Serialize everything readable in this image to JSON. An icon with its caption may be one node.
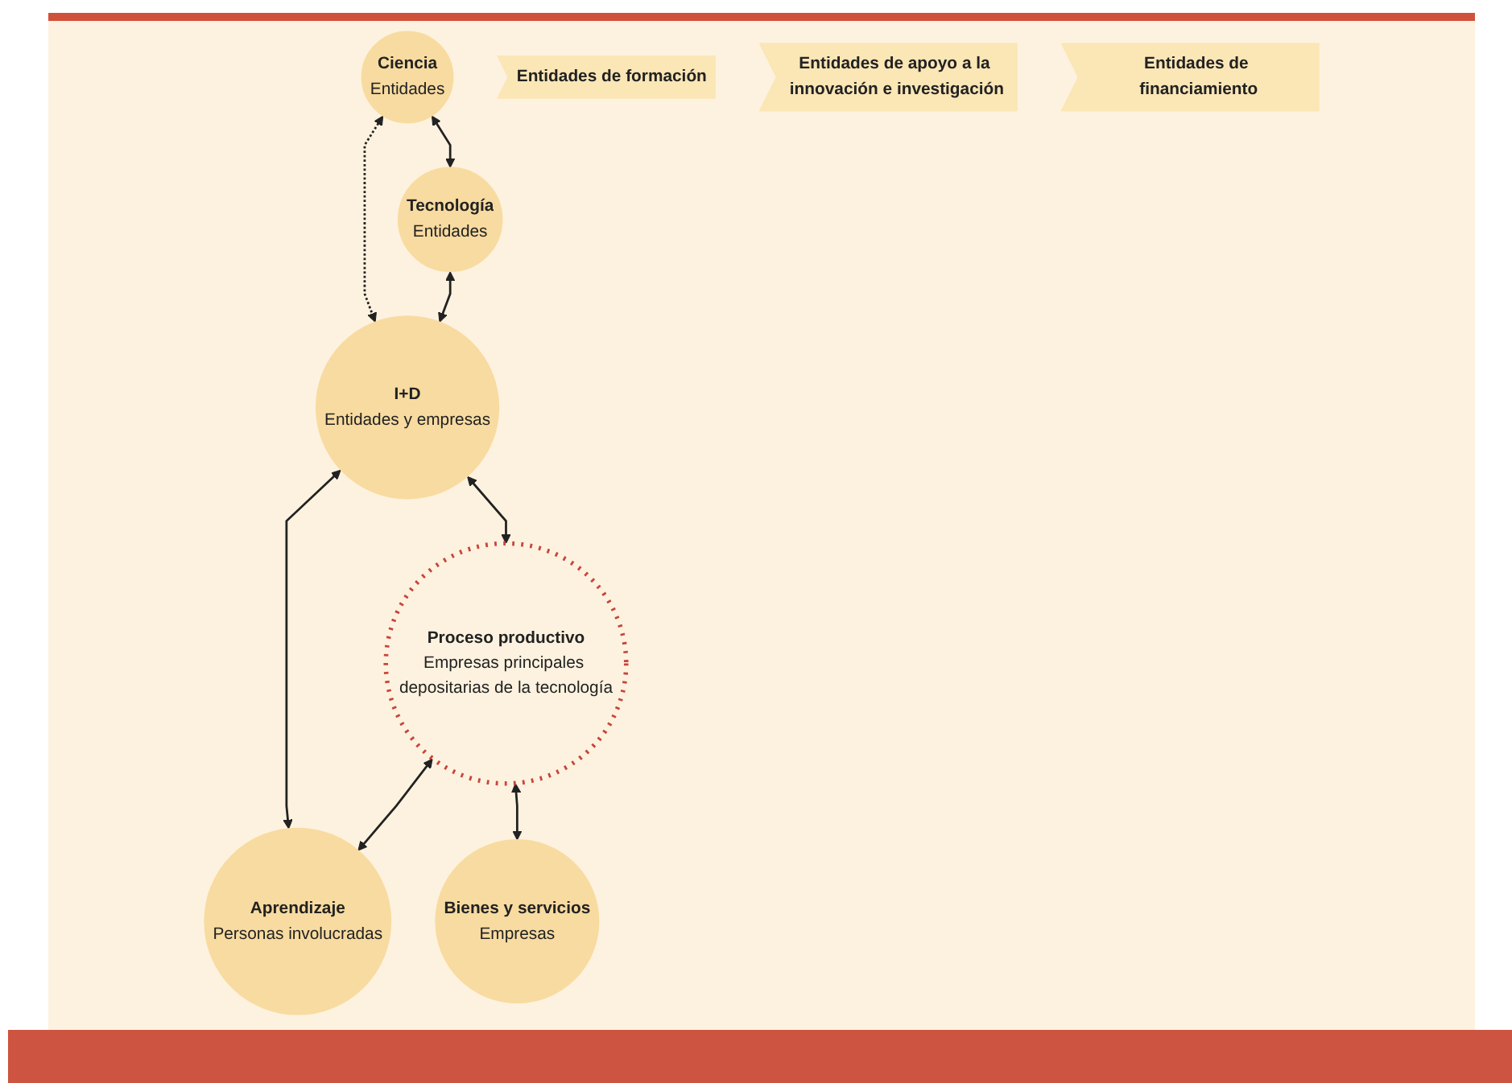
{
  "diagram": {
    "nodes": [
      {
        "text": [
          "Ciencia",
          "Entidades"
        ]
      },
      {
        "text": [
          "Tecnología",
          "Entidades"
        ]
      },
      {
        "text": [
          "I+D",
          "Entidades y empresas"
        ]
      },
      {
        "text": [
          "Proceso productivo",
          "Empresas principales depositarias de la tecnología"
        ]
      },
      {
        "text": [
          "Aprendizaje",
          "Personas involucradas"
        ]
      },
      {
        "text": [
          "Bienes y servicios",
          "Empresas"
        ]
      },
      {
        "text": [
          "Entidades de formación"
        ]
      },
      {
        "text": [
          "Entidades de apoyo a la innovación e investigación"
        ]
      },
      {
        "text": [
          "Entidades de financiamiento"
        ]
      }
    ],
    "edges": [
      {
        "from": 0,
        "to": 2,
        "arrow": "both",
        "style": "dashed"
      },
      {
        "from": 0,
        "to": 1,
        "arrow": "both"
      },
      {
        "from": 1,
        "to": 2,
        "arrow": "both"
      },
      {
        "from": 2,
        "to": 3,
        "arrow": "both"
      },
      {
        "from": 2,
        "to": 4,
        "arrow": "both"
      },
      {
        "from": 3,
        "to": 4,
        "arrow": "both"
      },
      {
        "from": 3,
        "to": 5,
        "arrow": "both"
      }
    ]
  }
}
